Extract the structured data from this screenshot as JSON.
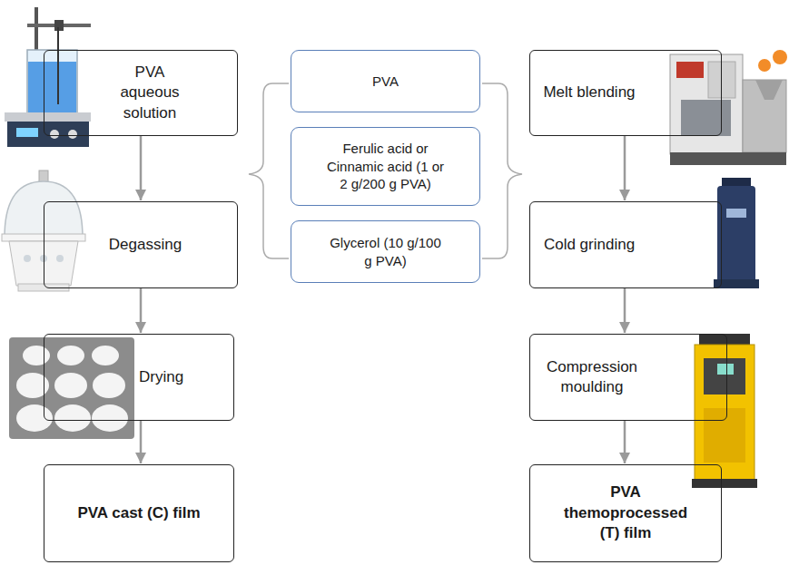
{
  "diagram": {
    "nodes": [
      {
        "text": [
          "PVA aqueous solution"
        ]
      },
      {
        "text": [
          "Degassing"
        ]
      },
      {
        "text": [
          "Drying"
        ]
      },
      {
        "text": [
          "PVA cast (C) film"
        ]
      },
      {
        "text": [
          "PVA"
        ]
      },
      {
        "text": [
          "Ferulic acid or Cinnamic acid (1 or 2 g/200 g PVA)"
        ]
      },
      {
        "text": [
          "Glycerol (10 g/100 g PVA)"
        ]
      },
      {
        "text": [
          "Melt blending"
        ]
      },
      {
        "text": [
          "Cold grinding"
        ]
      },
      {
        "text": [
          "Compression moulding"
        ]
      },
      {
        "text": [
          "PVA themoprocessed (T) film"
        ]
      }
    ],
    "edges": [
      {
        "from": 0,
        "to": 1,
        "arrow": "to"
      },
      {
        "from": 1,
        "to": 2,
        "arrow": "to"
      },
      {
        "from": 2,
        "to": 3,
        "arrow": "to"
      },
      {
        "from": 7,
        "to": 8,
        "arrow": "to"
      },
      {
        "from": 8,
        "to": 9,
        "arrow": "to"
      },
      {
        "from": 9,
        "to": 10,
        "arrow": "to"
      }
    ]
  }
}
